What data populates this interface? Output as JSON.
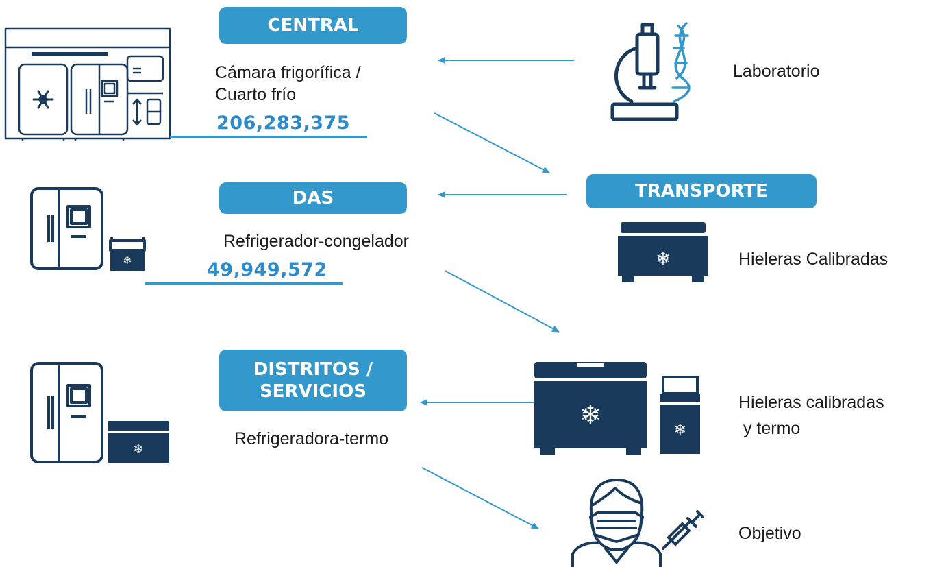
{
  "colors": {
    "badge": "#3399cc",
    "accent": "#3399cc",
    "navy": "#1a3a5c",
    "text": "#1a1a1a",
    "number": "#2a8ccf"
  },
  "levels": {
    "central": {
      "badge": "CENTRAL",
      "description": "Cámara frigorífica /\nCuarto frío",
      "count": "206,283,375",
      "icon": "cold-room-icon"
    },
    "das": {
      "badge": "DAS",
      "description": "Refrigerador-congelador",
      "count": "49,949,572",
      "icon": "refrigerator-with-cooler-icon"
    },
    "distritos": {
      "badge": "DISTRITOS /\nSERVICIOS",
      "description": "Refrigeradora-termo",
      "icon": "refrigerator-with-thermo-icon"
    }
  },
  "right": {
    "laboratorio": {
      "label": "Laboratorio",
      "icon": "microscope-dna-icon"
    },
    "transporte": {
      "badge": "TRANSPORTE"
    },
    "hieleras": {
      "label": "Hieleras Calibradas",
      "icon": "cooler-icon"
    },
    "hieleras_termo": {
      "label": "Hieleras calibradas\n y termo",
      "icon": "cooler-and-thermo-icon"
    },
    "objetivo": {
      "label": "Objetivo",
      "icon": "person-mask-syringe-icon"
    }
  }
}
